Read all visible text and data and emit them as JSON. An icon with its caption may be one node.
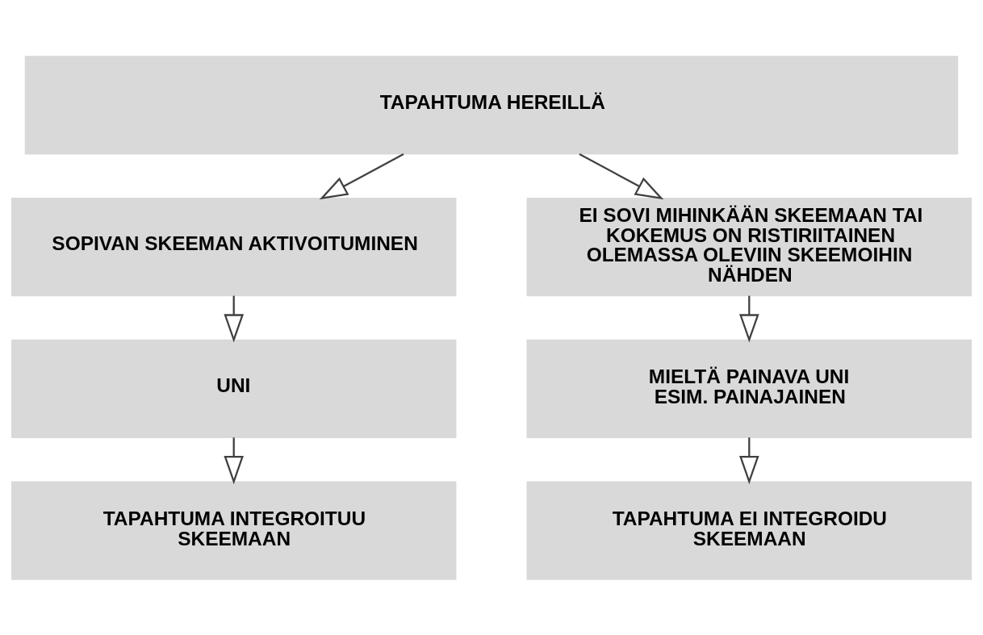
{
  "diagram": {
    "nodes": [
      {
        "text": [
          "TAPAHTUMA HEREILLÄ"
        ]
      },
      {
        "text": [
          "SOPIVAN SKEEMAN AKTIVOITUMINEN"
        ]
      },
      {
        "text": [
          "EI SOVI MIHINKÄÄN SKEEMAAN TAI KOKEMUS ON RISTIRIITAINEN OLEMASSA OLEVIIN SKEEMOIHIN NÄHDEN"
        ]
      },
      {
        "text": [
          "UNI"
        ]
      },
      {
        "text": [
          "MIELTÄ PAINAVA UNI ESIM. PAINAJAINEN"
        ]
      },
      {
        "text": [
          "TAPAHTUMA INTEGROITUU SKEEMAAN"
        ]
      },
      {
        "text": [
          "TAPAHTUMA EI INTEGROIDU SKEEMAAN"
        ]
      }
    ],
    "edges": [
      {
        "from": 0,
        "to": 1,
        "arrow": "to"
      },
      {
        "from": 0,
        "to": 2,
        "arrow": "to"
      },
      {
        "from": 1,
        "to": 3,
        "arrow": "to"
      },
      {
        "from": 2,
        "to": 4,
        "arrow": "to"
      },
      {
        "from": 3,
        "to": 5,
        "arrow": "to"
      },
      {
        "from": 4,
        "to": 6,
        "arrow": "to"
      }
    ]
  }
}
